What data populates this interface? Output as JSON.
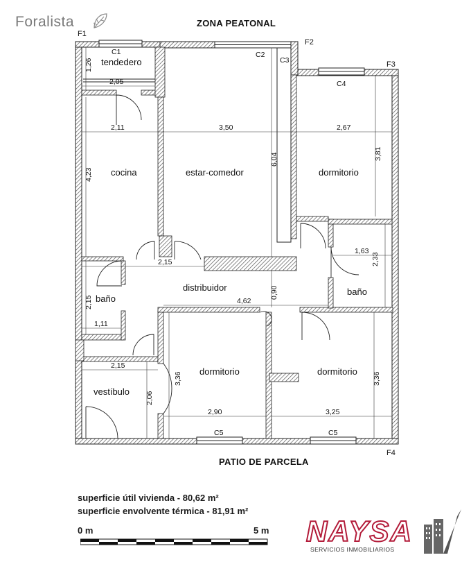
{
  "logo": {
    "text": "Foralista",
    "icon": "leaf-icon"
  },
  "headers": {
    "top": "ZONA PEATONAL",
    "bottom": "PATIO DE PARCELA"
  },
  "corners": {
    "f1": "F1",
    "f2": "F2",
    "f3": "F3",
    "f4": "F4"
  },
  "windows": {
    "c1": "C1",
    "c2": "C2",
    "c3": "C3",
    "c4": "C4",
    "c5a": "C5",
    "c5b": "C5"
  },
  "rooms": {
    "tendedero": "tendedero",
    "cocina": "cocina",
    "estar": "estar-comedor",
    "dormitorio_ne": "dormitorio",
    "bano_w": "baño",
    "distribuidor": "distribuidor",
    "bano_e": "baño",
    "vestibulo": "vestíbulo",
    "dormitorio_s1": "dormitorio",
    "dormitorio_s2": "dormitorio"
  },
  "dims": {
    "d1": "1,26",
    "d2": "2,05",
    "d3": "2,11",
    "d4": "3,50",
    "d5": "2,67",
    "d6": "4,23",
    "d7": "6,04",
    "d8": "3,81",
    "d9": "1,63",
    "d10": "2,33",
    "d11": "2,15",
    "d12": "2,15",
    "d13": "0,90",
    "d14": "4,62",
    "d15": "1,11",
    "d16": "2,15",
    "d17": "2,06",
    "d18": "3,36",
    "d19": "3,36",
    "d20": "2,90",
    "d21": "3,25"
  },
  "stats": {
    "util": "superficie útil vivienda - 80,62 m²",
    "termica": "superficie envolvente térmica - 81,91 m²"
  },
  "scale": {
    "start": "0 m",
    "end": "5 m"
  },
  "brand": {
    "name": "NAYSA",
    "tagline": "SERVICIOS INMOBILIARIOS",
    "color": "#b31c3a"
  }
}
